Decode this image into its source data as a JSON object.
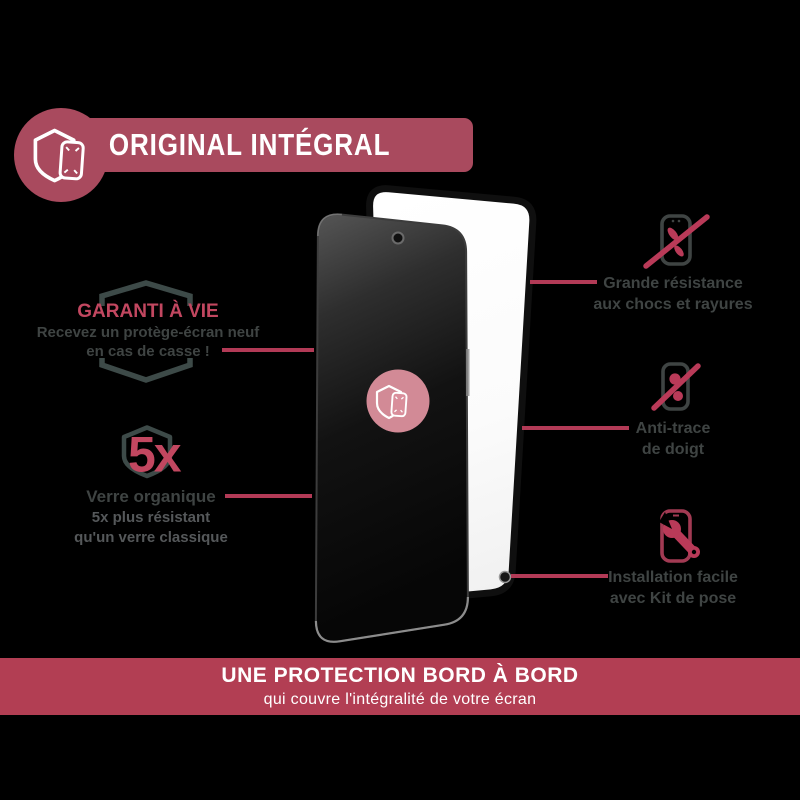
{
  "header": {
    "title": "ORIGINAL INTÉGRAL",
    "logo_icon": "shield-screen-protector-icon"
  },
  "callouts_left": [
    {
      "title": "GARANTI À VIE",
      "lines": [
        "Recevez un protège-écran neuf",
        "en cas de casse !"
      ],
      "icon": "lifetime-warranty-shield-icon"
    },
    {
      "badge": "5x",
      "title": "Verre organique",
      "lines": [
        "5x plus résistant",
        "qu'un verre classique"
      ],
      "icon": "five-times-shield-icon"
    }
  ],
  "callouts_right": [
    {
      "lines": [
        "Grande résistance",
        "aux chocs et rayures"
      ],
      "icon": "impact-scratch-resistance-icon"
    },
    {
      "lines": [
        "Anti-trace",
        "de doigt"
      ],
      "icon": "anti-fingerprint-icon"
    },
    {
      "lines": [
        "Installation facile",
        "avec Kit de pose"
      ],
      "icon": "easy-install-kit-icon"
    }
  ],
  "footer": {
    "title": "UNE PROTECTION BORD À BORD",
    "subtitle": "qui couvre l'intégralité de votre écran"
  },
  "colors": {
    "background": "#000000",
    "banner_rose": "#a94a5e",
    "footer_rose": "#b23e53",
    "accent_pink": "#b93a58",
    "title_pink": "#c24760",
    "text_dark": "#3f4443",
    "text_gray": "#55585a",
    "shield_outline": "#3d4a48",
    "logo_circle_pink": "#d98e9b",
    "glass_white": "#fcfcfc"
  }
}
